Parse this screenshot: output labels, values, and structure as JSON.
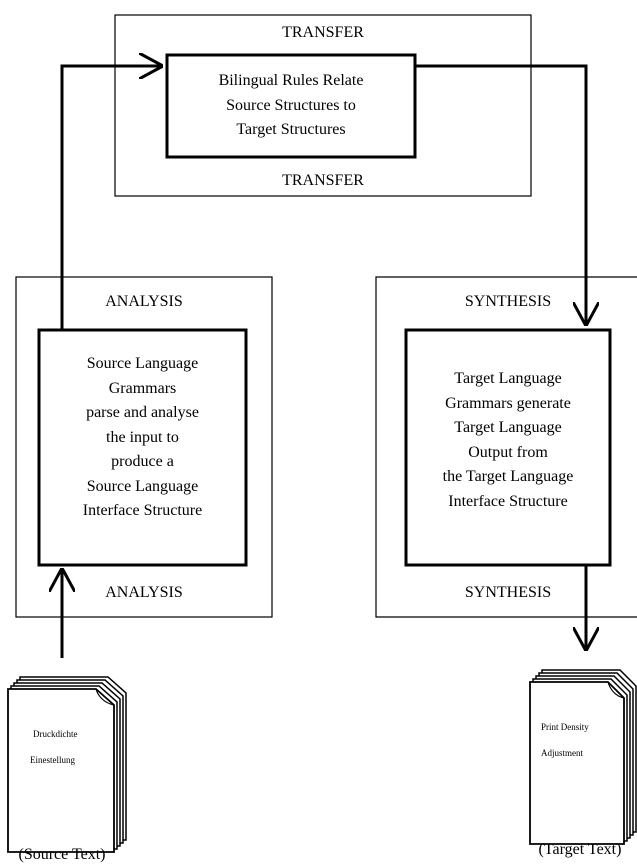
{
  "transfer": {
    "outer_label_top": "TRANSFER",
    "outer_label_bottom": "TRANSFER",
    "inner_lines": [
      "Bilingual Rules Relate",
      "Source Structures to",
      "Target Structures"
    ]
  },
  "analysis": {
    "outer_label_top": "ANALYSIS",
    "outer_label_bottom": "ANALYSIS",
    "inner_lines": [
      "Source Language",
      "Grammars",
      "parse and analyse",
      "the input to",
      "produce a",
      "Source Language",
      "Interface Structure"
    ]
  },
  "synthesis": {
    "outer_label_top": "SYNTHESIS",
    "outer_label_bottom": "SYNTHESIS",
    "inner_lines": [
      "Target Language",
      "Grammars generate",
      "Target Language",
      "Output from",
      "the Target Language",
      "Interface Structure"
    ]
  },
  "source_document": {
    "lines": [
      "Druckdichte",
      "Einestellung"
    ],
    "caption": "(Source Text)"
  },
  "target_document": {
    "lines": [
      "Print Density",
      "Adjustment"
    ],
    "caption": "(Target Text)"
  }
}
